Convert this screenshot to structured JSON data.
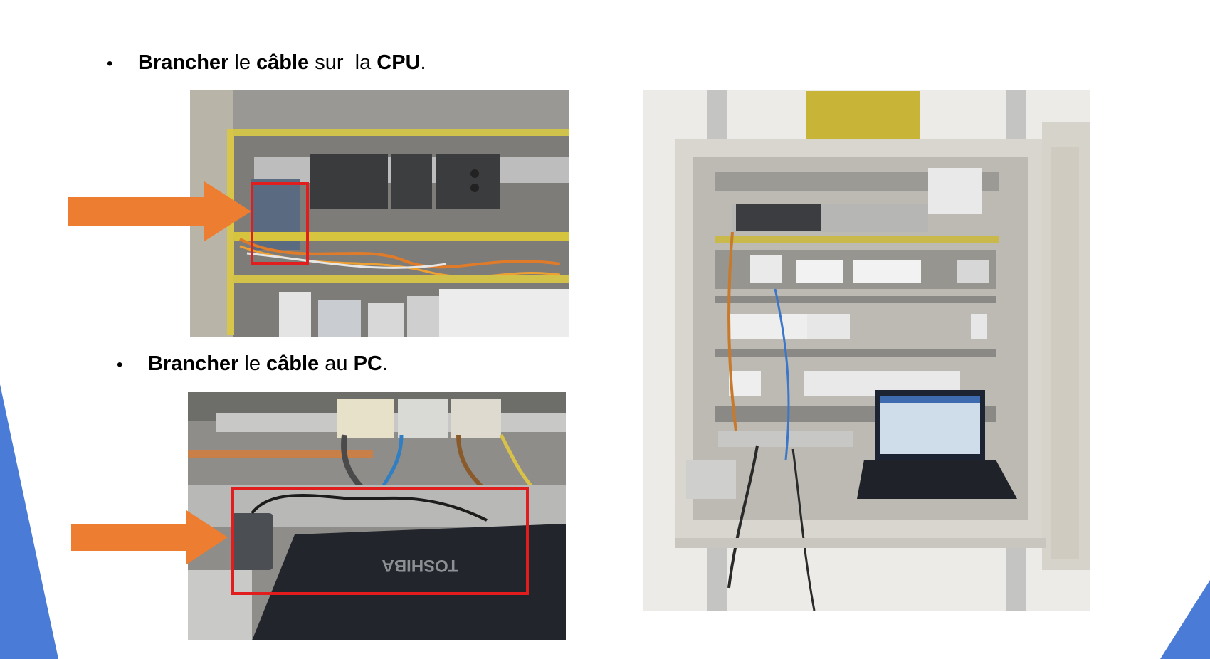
{
  "slide": {
    "bullet_glyph": "•",
    "bullets": [
      {
        "runs": [
          {
            "text": "Brancher",
            "bold": true
          },
          {
            "text": " le ",
            "bold": false
          },
          {
            "text": "câble",
            "bold": true
          },
          {
            "text": " sur  la ",
            "bold": false
          },
          {
            "text": "CPU",
            "bold": true
          },
          {
            "text": ".",
            "bold": false
          }
        ]
      },
      {
        "runs": [
          {
            "text": "Brancher",
            "bold": true
          },
          {
            "text": " le ",
            "bold": false
          },
          {
            "text": "câble",
            "bold": true
          },
          {
            "text": " au ",
            "bold": false
          },
          {
            "text": "PC",
            "bold": true
          },
          {
            "text": ".",
            "bold": false
          }
        ]
      }
    ],
    "photos": [
      {
        "name": "photo-cpu-cabinet"
      },
      {
        "name": "photo-pc-connection",
        "laptop_brand": "TOSHIBA"
      },
      {
        "name": "photo-full-cabinet"
      }
    ],
    "colors": {
      "arrow": "#ed7d31",
      "highlight": "#e11d1d",
      "accent_blue": "#4472c4",
      "panel_gray": "#8a8a88",
      "wire_yellow": "#e6c72a"
    }
  }
}
